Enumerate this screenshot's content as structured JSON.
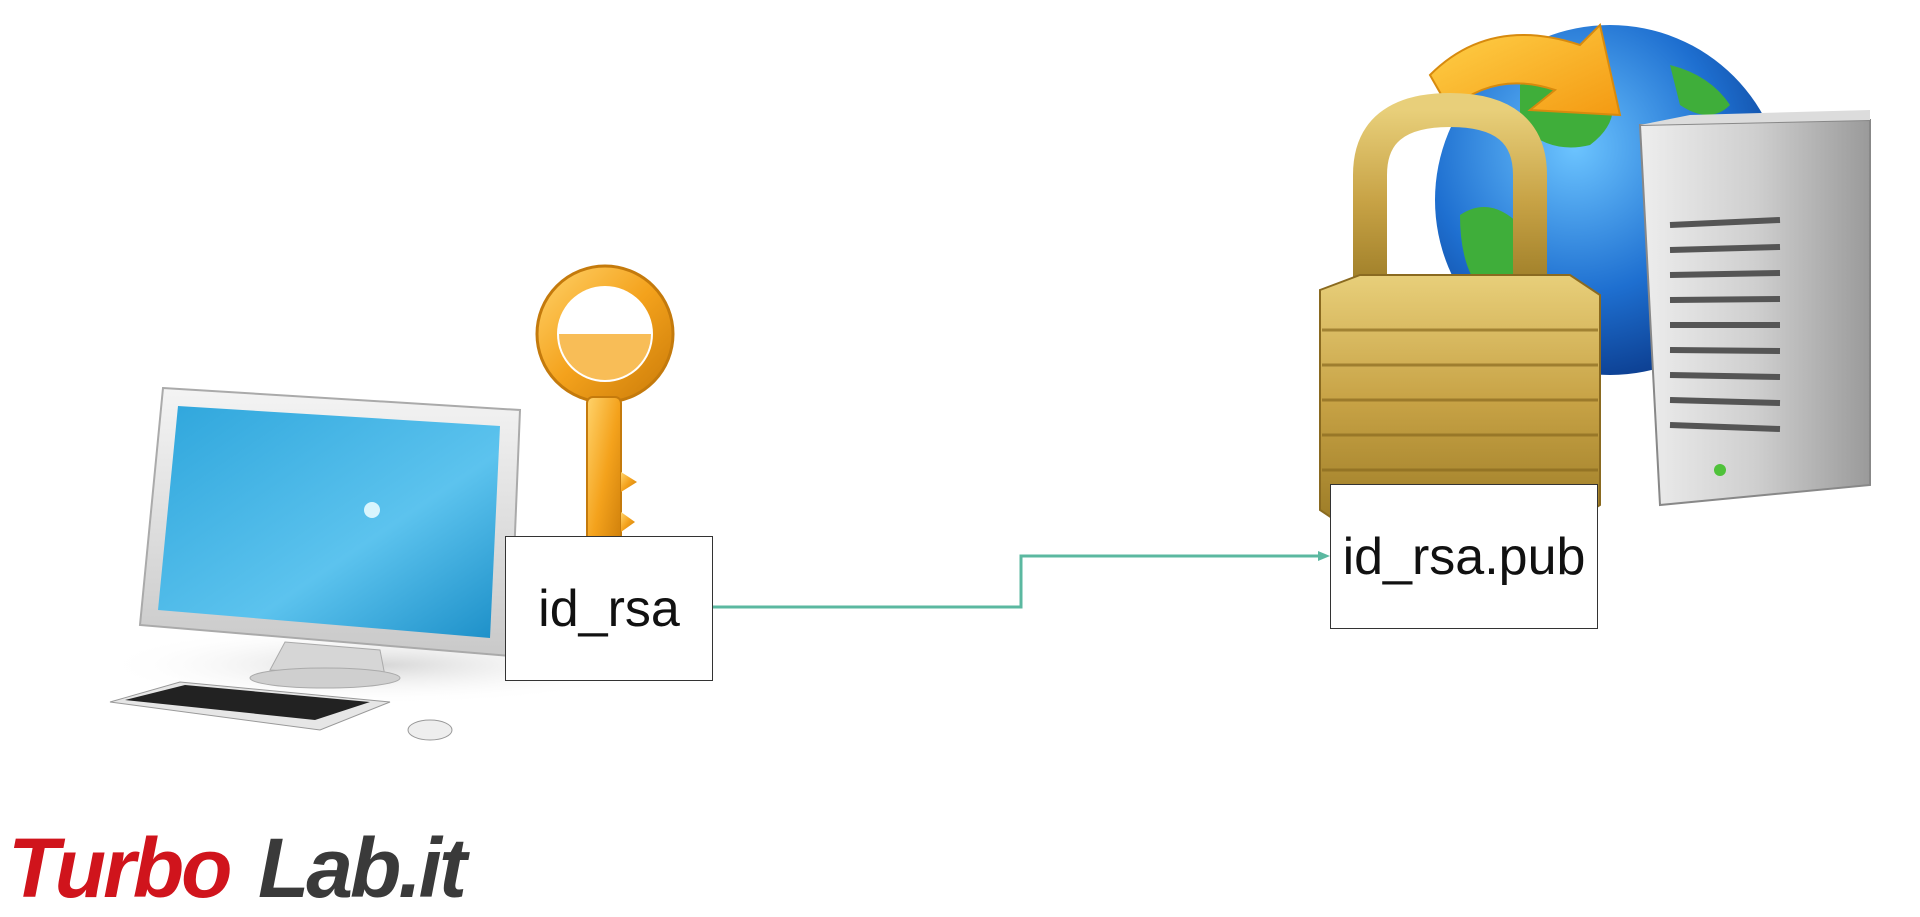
{
  "diagram": {
    "private_key_label": "id_rsa",
    "public_key_label": "id_rsa.pub",
    "connector_color": "#5bb8a0",
    "icons": [
      "computer-icon",
      "key-icon",
      "padlock-icon",
      "globe-icon",
      "server-icon"
    ]
  },
  "logo": {
    "part1": "Turbo",
    "part2": "Lab.it",
    "color_red": "#d0141c",
    "color_dark": "#3a3a3a"
  }
}
